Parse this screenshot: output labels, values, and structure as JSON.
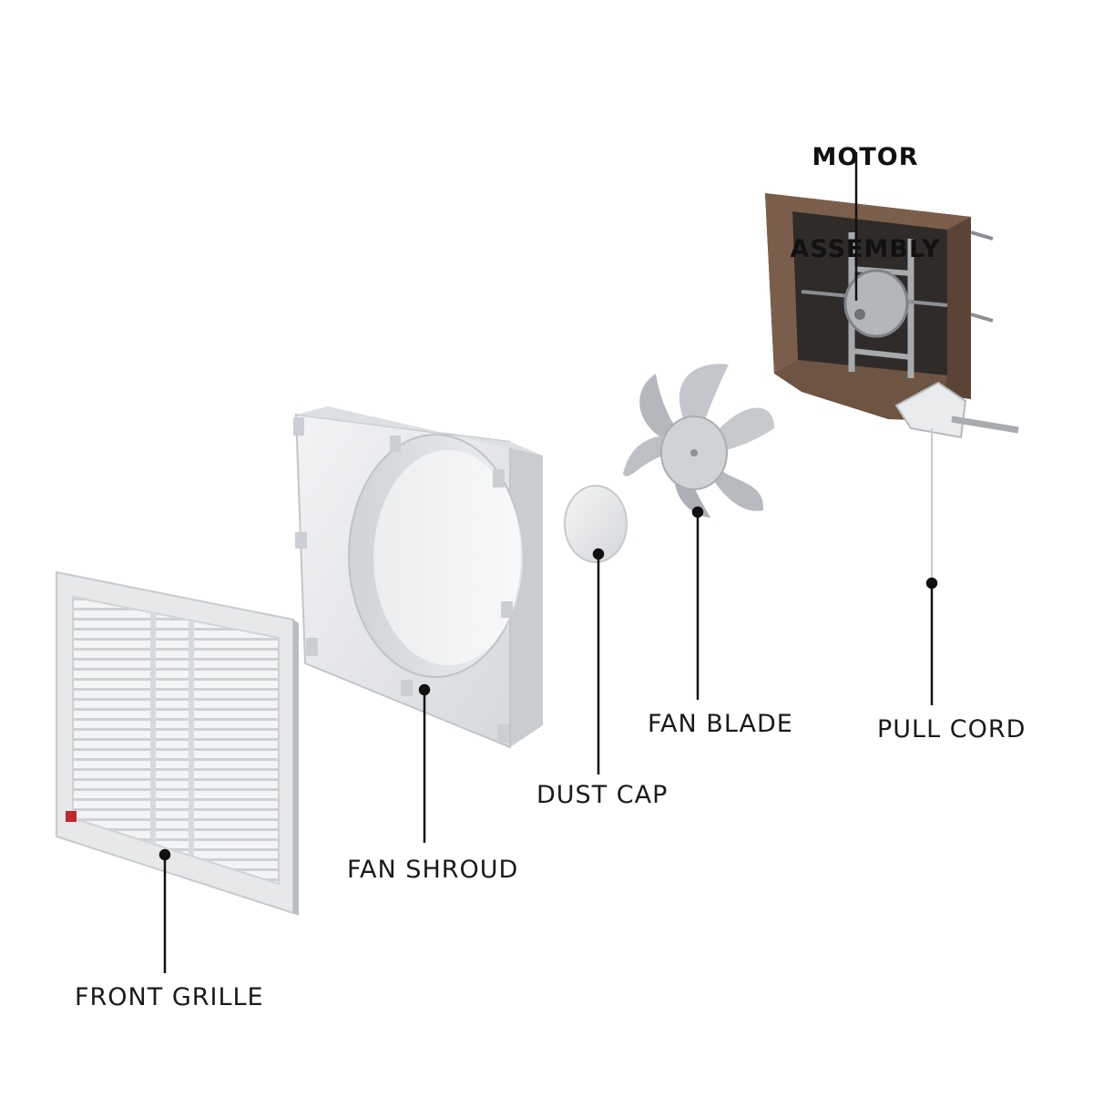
{
  "labels": {
    "motor_line1": "MOTOR",
    "motor_line2": "ASSEMBLY",
    "fan_blade": "FAN BLADE",
    "pull_cord": "PULL CORD",
    "dust_cap": "DUST CAP",
    "fan_shroud": "FAN SHROUD",
    "front_grille": "FRONT GRILLE"
  },
  "colors": {
    "plastic_light": "#eceef0",
    "plastic_mid": "#d9dcdf",
    "plastic_shadow": "#c4c8cc",
    "blade": "#b9bdc1",
    "frame_brown": "#6e5443",
    "frame_dark": "#4b372b",
    "metal": "#a7abae",
    "leader": "#111111"
  },
  "icons": {
    "brand_badge": "red-square-badge"
  }
}
